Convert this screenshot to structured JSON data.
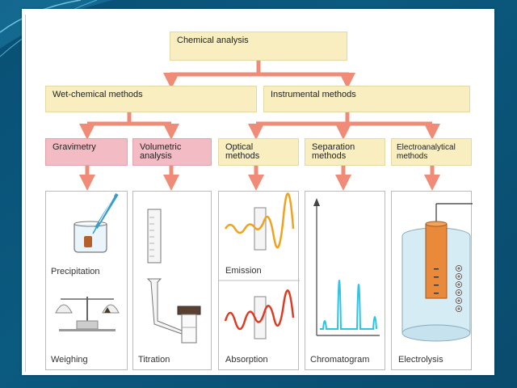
{
  "diagram": {
    "root": "Chemical analysis",
    "branches": [
      "Wet-chemical methods",
      "Instrumental methods"
    ],
    "methods": {
      "gravimetry": "Gravimetry",
      "volumetric": [
        "Volumetric",
        "analysis"
      ],
      "optical": [
        "Optical",
        "methods"
      ],
      "separation": [
        "Separation",
        "methods"
      ],
      "electro": [
        "Electroanalytical",
        "methods"
      ]
    },
    "captions": {
      "precipitation": "Precipitation",
      "weighing": "Weighing",
      "titration": "Titration",
      "emission": "Emission",
      "absorption": "Absorption",
      "chromatogram": "Chromatogram",
      "electrolysis": "Electrolysis"
    },
    "colors": {
      "arrow": "#ef8b76",
      "box_yellow": "#f8eec0",
      "box_pink": "#f3bcc4",
      "emission_wave": "#f0a21e",
      "absorption_wave": "#e03a22",
      "chromatogram": "#2ec4e6",
      "electrode": "#e88a3a"
    }
  }
}
